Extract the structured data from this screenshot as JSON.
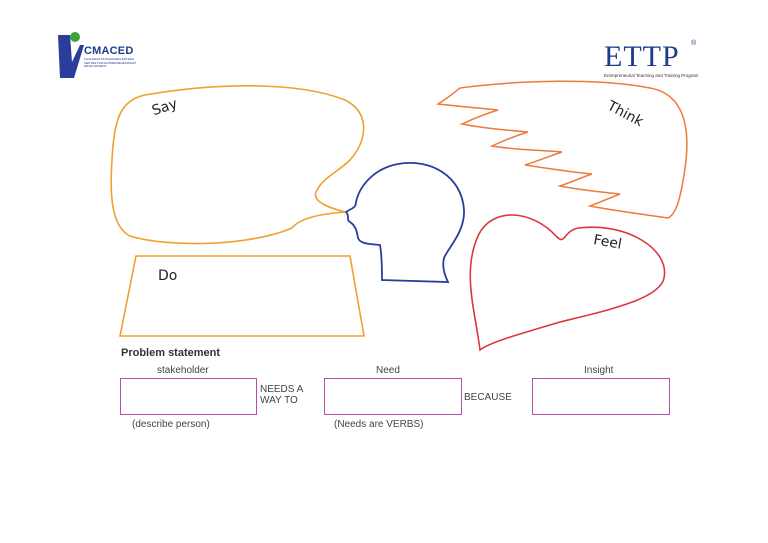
{
  "logos": {
    "left": {
      "name": "CMACED",
      "subtitle": "CHALDEAN MUSLIMANDA ENTERA CENTRE FOR ENTREPRENEURSHIP DEVELOPMENT"
    },
    "right": {
      "name": "ETTP",
      "mark": "®",
      "subtitle": "Entrepreneurial Teaching and Training Program"
    }
  },
  "empathy_map": {
    "say": "Say",
    "think": "Think",
    "do": "Do",
    "feel": "Feel"
  },
  "problem_statement": {
    "title": "Problem statement",
    "stakeholder_label": "stakeholder",
    "need_label": "Need",
    "insight_label": "Insight",
    "connector_1": "NEEDS A\nWAY TO",
    "connector_2": "BECAUSE",
    "stakeholder_hint": "(describe person)",
    "need_hint": "(Needs are VERBS)",
    "stakeholder_value": "",
    "need_value": "",
    "insight_value": ""
  },
  "colors": {
    "say": "#f0a030",
    "think": "#ee7a3c",
    "do": "#f0a030",
    "feel": "#d8393f",
    "head": "#2a3d9a",
    "box_border": "#b84aa8",
    "logo_blue": "#1f3b8c",
    "logo_green": "#3aa335"
  }
}
